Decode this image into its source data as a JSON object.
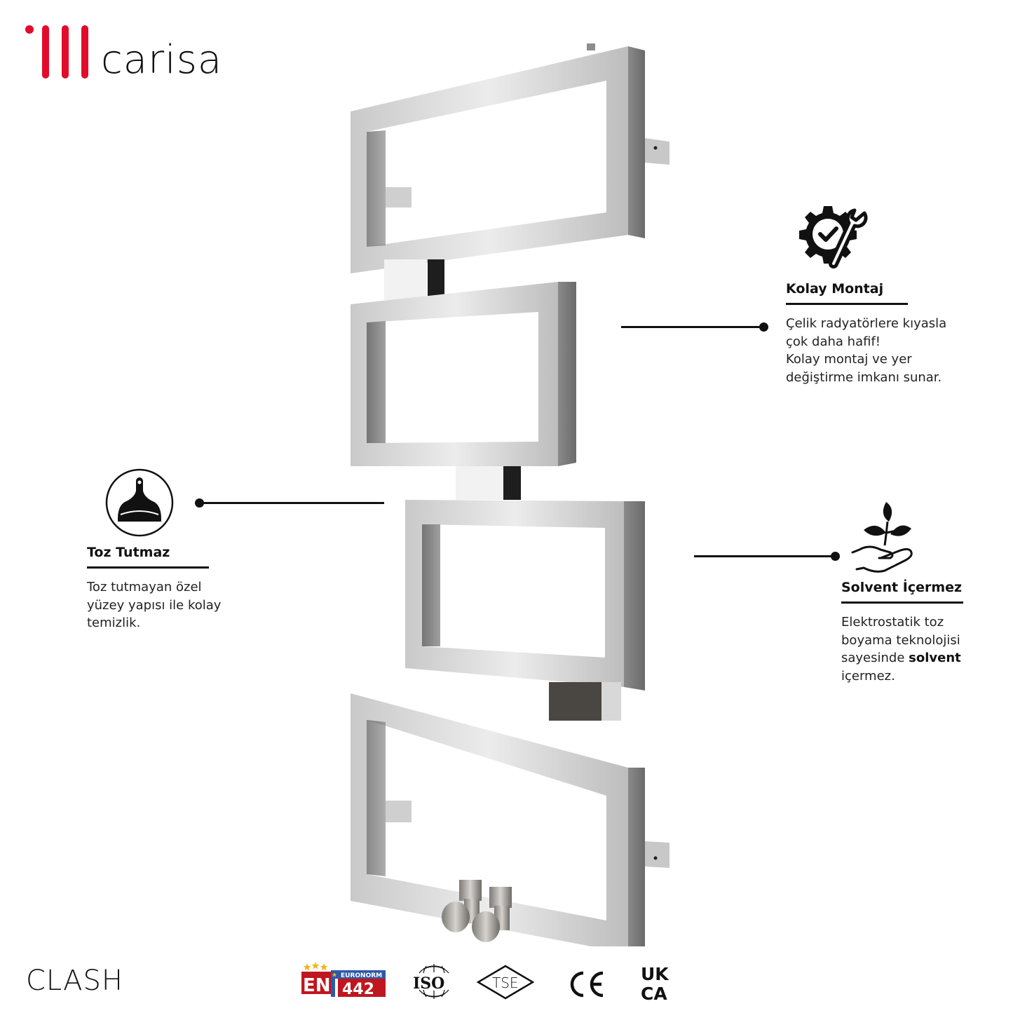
{
  "brand": {
    "name": "carisa",
    "accent_color": "#e30b2b",
    "logo_icon": "three-bars-with-dot-logo"
  },
  "product": {
    "model": "CLASH",
    "image": "chrome-square-towel-radiator"
  },
  "features": [
    {
      "id": "kolay-montaj",
      "icon": "gear-check-wrench-icon",
      "title": "Kolay Montaj",
      "description_lines": [
        "Çelik radyatörlere kıyasla",
        "çok daha hafif!",
        "Kolay montaj ve yer",
        "değiştirme imkanı sunar."
      ]
    },
    {
      "id": "toz-tutmaz",
      "icon": "duster-in-circle-icon",
      "title": "Toz Tutmaz",
      "description_lines": [
        "Toz tutmayan özel",
        "yüzey yapısı ile kolay",
        "temizlik."
      ]
    },
    {
      "id": "solvent-icermez",
      "icon": "hand-holding-plant-icon",
      "title": "Solvent İçermez",
      "description_lines": [
        "Elektrostatik toz",
        "boyama teknolojisi",
        "sayesinde ",
        "solvent",
        "içermez."
      ]
    }
  ],
  "certifications": [
    {
      "id": "en442",
      "label_top": "EURONORM",
      "label_left": "EN",
      "label_number": "442",
      "colors": {
        "red": "#c0161f",
        "blue": "#2d5aa8",
        "star": "#f2b31a"
      }
    },
    {
      "id": "iso",
      "label": "ISO"
    },
    {
      "id": "tse",
      "label": "TSE"
    },
    {
      "id": "ce",
      "label": "CE"
    },
    {
      "id": "ukca",
      "label_line1": "UK",
      "label_line2": "CA"
    }
  ]
}
